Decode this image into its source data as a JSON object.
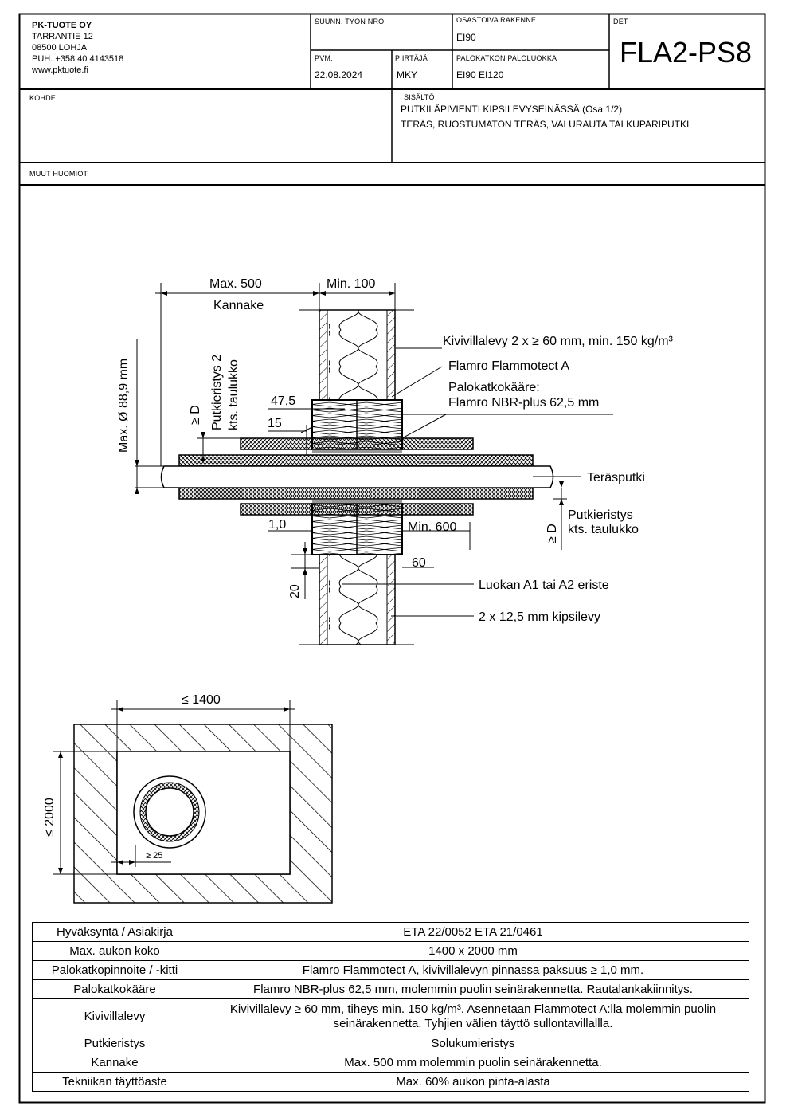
{
  "header": {
    "company": {
      "name": "PK-TUOTE OY",
      "street": "TARRANTIE 12",
      "city": "08500 LOHJA",
      "phone": "PUH. +358 40 4143518",
      "web": "www.pktuote.fi"
    },
    "work_number_label": "SUUNN. TYÖN NRO",
    "work_number_value": "",
    "structure_label": "OSASTOIVA RAKENNE",
    "structure_value": "EI90",
    "det_label": "DET",
    "det_value": "FLA2-PS8",
    "date_label": "PVM.",
    "date_value": "22.08.2024",
    "drawn_label": "PIIRTÄJÄ",
    "drawn_value": "MKY",
    "fire_class_label": "PALOKATKON PALOLUOKKA",
    "fire_class_value": "EI90 EI120",
    "kohde_label": "KOHDE",
    "kohde_value": "",
    "content_label": "SISÄLTÖ",
    "content_line1": "PUTKILÄPIVIENTI KIPSILEVYSEINÄSSÄ (Osa 1/2)",
    "content_line2": "TERÄS, RUOSTUMATON TERÄS, VALURAUTA TAI KUPARIPUTKI",
    "notes_label": "MUUT HUOMIOT:"
  },
  "drawing": {
    "dim_max500": "Max. 500",
    "dim_min100": "Min. 100",
    "label_kannake": "Kannake",
    "label_kivivilla": "Kivivillalevy 2 x ≥ 60 mm, min. 150 kg/m³",
    "label_flammotect": "Flamro Flammotect A",
    "label_paloka_1": "Palokatkokääre:",
    "label_paloka_2": "Flamro NBR-plus 62,5 mm",
    "dim_475": "47,5",
    "dim_15": "15",
    "dim_diameter": "Max. Ø 88,9 mm",
    "label_putkieristys2_1": "Putkieristys 2",
    "label_putkieristys2_2": "kts. taulukko",
    "dim_geD_left": "≥ D",
    "label_terasputki": "Teräsputki",
    "label_putkieristys_1": "Putkieristys",
    "label_putkieristys_2": "kts. taulukko",
    "dim_geD_right": "≥ D",
    "dim_10": "1,0",
    "dim_min600": "Min. 600",
    "dim_60": "60",
    "dim_20": "20",
    "label_luokan": "Luokan A1 tai A2 eriste",
    "label_kipsilevy": "2 x 12,5 mm kipsilevy",
    "dim_1400": "≤ 1400",
    "dim_2000": "≤ 2000",
    "dim_25": "≥ 25"
  },
  "table": {
    "rows": [
      {
        "key": "Hyväksyntä / Asiakirja",
        "value": "ETA 22/0052 ETA 21/0461"
      },
      {
        "key": "Max. aukon koko",
        "value": "1400 x 2000 mm"
      },
      {
        "key": "Palokatkopinnoite / -kitti",
        "value": "Flamro Flammotect A, kivivillalevyn pinnassa paksuus ≥ 1,0 mm."
      },
      {
        "key": "Palokatkokääre",
        "value": "Flamro NBR-plus 62,5 mm, molemmin puolin seinärakennetta. Rautalankakiinnitys."
      },
      {
        "key": "Kivivillalevy",
        "value": "Kivivillalevy ≥ 60 mm, tiheys min. 150 kg/m³.  Asennetaan Flammotect A:lla molemmin puolin seinärakennetta. Tyhjien välien täyttö sullontavillallla."
      },
      {
        "key": "Putkieristys",
        "value": "Solukumieristys"
      },
      {
        "key": "Kannake",
        "value": "Max. 500 mm molemmin puolin seinärakennetta."
      },
      {
        "key": "Tekniikan täyttöaste",
        "value": "Max. 60% aukon pinta-alasta"
      }
    ]
  }
}
